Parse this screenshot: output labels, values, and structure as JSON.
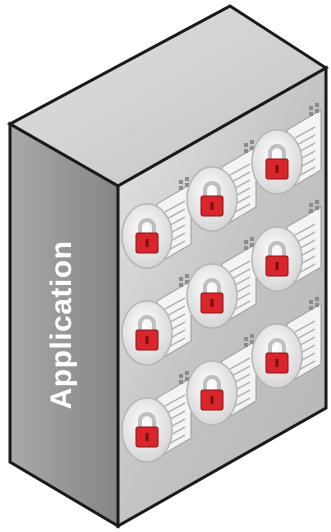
{
  "server": {
    "side_label": "Application"
  },
  "colors": {
    "outline": "#1a1a1a",
    "top_face": "#d3d3d3",
    "side_face": "#9a9a9a",
    "front_face": "#c9c9c9",
    "lock_red": "#d9262c",
    "lock_shackle": "#bfbfbf",
    "badge": "#f2f2f2"
  },
  "modules": {
    "rows": 3,
    "columns": 3,
    "icon": "padlock-icon"
  }
}
